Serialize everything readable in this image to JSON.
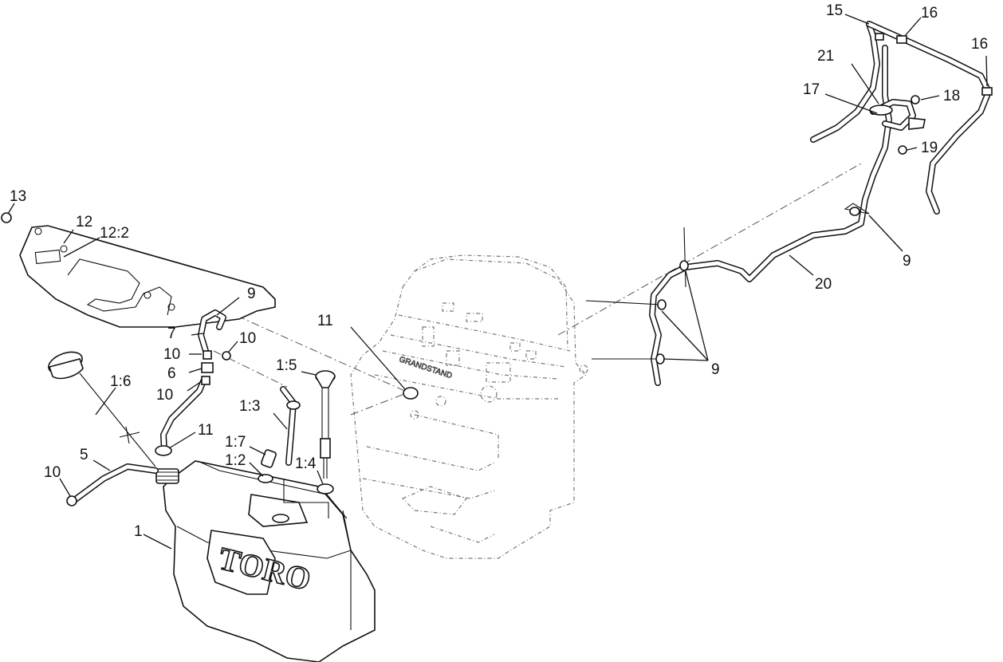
{
  "diagram": {
    "brand_logo": "TORO",
    "panel_logo": "GRANDSTAND",
    "callouts": [
      {
        "id": "c13",
        "label": "13"
      },
      {
        "id": "c12",
        "label": "12"
      },
      {
        "id": "c12_2",
        "label": "12:2"
      },
      {
        "id": "c9a",
        "label": "9"
      },
      {
        "id": "c7",
        "label": "7"
      },
      {
        "id": "c10a",
        "label": "10"
      },
      {
        "id": "c10b",
        "label": "10"
      },
      {
        "id": "c6",
        "label": "6"
      },
      {
        "id": "c10c",
        "label": "10"
      },
      {
        "id": "c1_6",
        "label": "1:6"
      },
      {
        "id": "c11a",
        "label": "11"
      },
      {
        "id": "c5",
        "label": "5"
      },
      {
        "id": "c10d",
        "label": "10"
      },
      {
        "id": "c1_3",
        "label": "1:3"
      },
      {
        "id": "c1_7",
        "label": "1:7"
      },
      {
        "id": "c1_2",
        "label": "1:2"
      },
      {
        "id": "c1_5",
        "label": "1:5"
      },
      {
        "id": "c1_4",
        "label": "1:4"
      },
      {
        "id": "c11b",
        "label": "11"
      },
      {
        "id": "c1",
        "label": "1"
      },
      {
        "id": "c15",
        "label": "15"
      },
      {
        "id": "c16a",
        "label": "16"
      },
      {
        "id": "c16b",
        "label": "16"
      },
      {
        "id": "c21",
        "label": "21"
      },
      {
        "id": "c17",
        "label": "17"
      },
      {
        "id": "c18",
        "label": "18"
      },
      {
        "id": "c19",
        "label": "19"
      },
      {
        "id": "c9b",
        "label": "9"
      },
      {
        "id": "c20",
        "label": "20"
      },
      {
        "id": "c9c",
        "label": "9"
      }
    ]
  }
}
